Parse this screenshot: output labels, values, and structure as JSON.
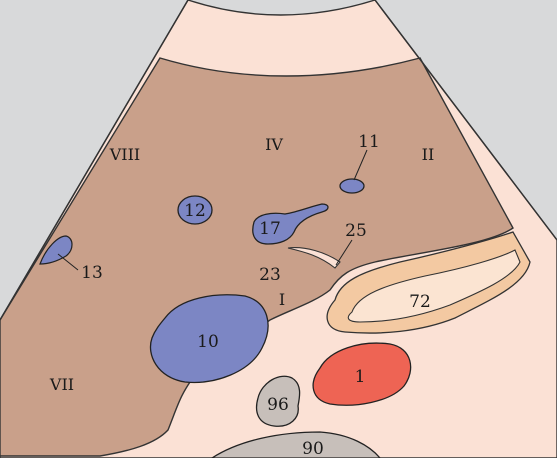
{
  "regions": {
    "segment_viii": "VIII",
    "segment_iv": "IV",
    "segment_ii": "II",
    "segment_vii": "VII",
    "segment_i": "I"
  },
  "structures": {
    "s1": "1",
    "s10": "10",
    "s11": "11",
    "s12": "12",
    "s13": "13",
    "s17": "17",
    "s23": "23",
    "s25": "25",
    "s72": "72",
    "s90": "90",
    "s96": "96"
  },
  "colors": {
    "background": "#d8d9da",
    "fan_near_field": "#fbe1d5",
    "liver": "#c9a08a",
    "vessel_blue": "#7c86c4",
    "artery_red": "#ee6454",
    "gland_orange": "#f3c9a2",
    "gland_inner": "#fbe4d2",
    "grey_structure": "#c7bfba",
    "outline": "#222222"
  }
}
